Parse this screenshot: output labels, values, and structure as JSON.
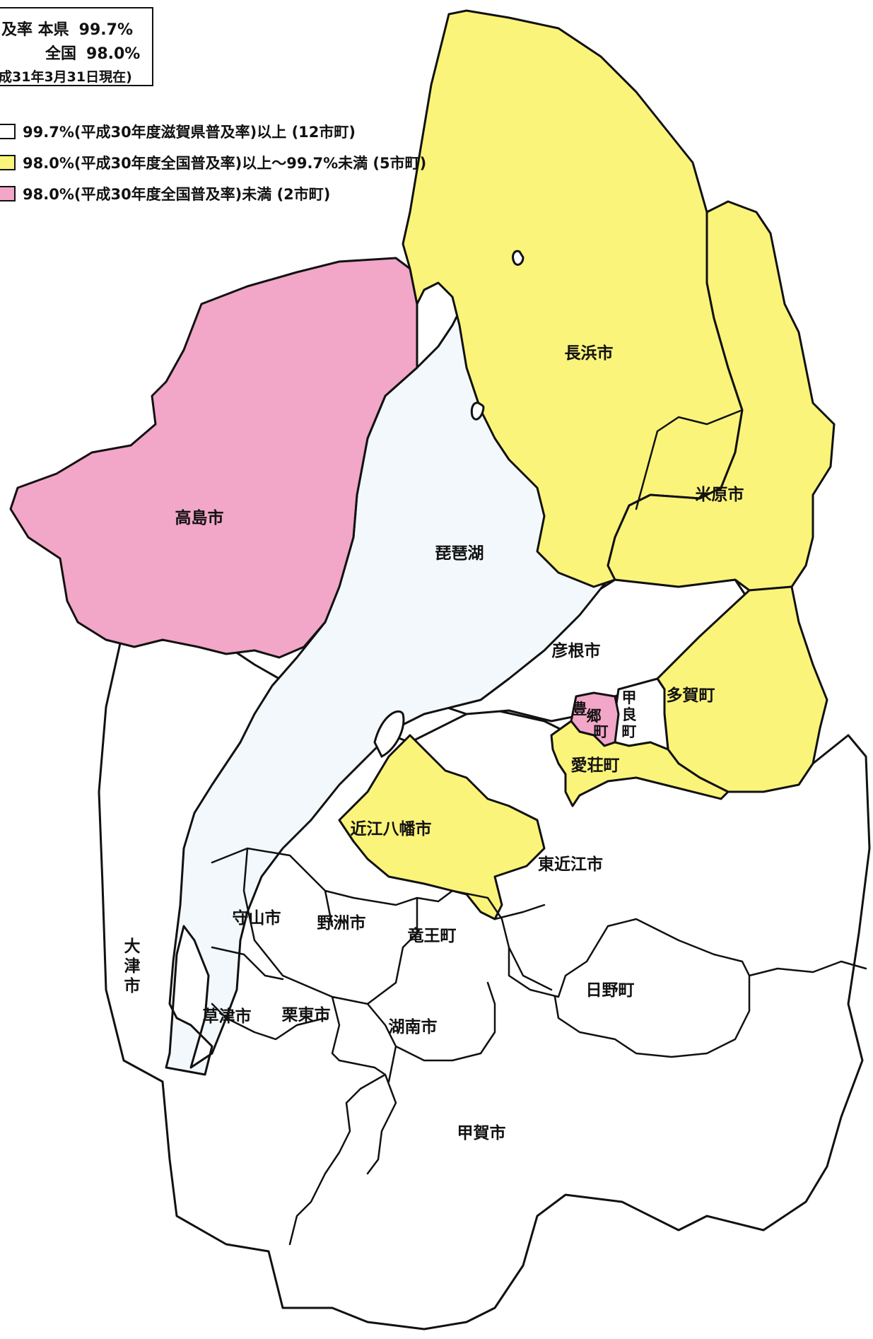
{
  "colors": {
    "above_prefecture": "#ffffff",
    "between": "#fbf47a",
    "below_national": "#f2a6c8",
    "lake": "#f2f8fb"
  },
  "info": {
    "line1_label": "及率 本県",
    "line1_value": "99.7%",
    "line2_label": "全国",
    "line2_value": "98.0%",
    "line3": "成31年3月31日現在)"
  },
  "legend": [
    {
      "text": "99.7%(平成30年度滋賀県普及率)以上 (12市町)",
      "color": "#ffffff"
    },
    {
      "text": "98.0%(平成30年度全国普及率)以上～99.7%未満 (5市町)",
      "color": "#fbf47a"
    },
    {
      "text": "98.0%(平成30年度全国普及率)未満 (2市町)",
      "color": "#f2a6c8"
    }
  ],
  "regions": {
    "nagahama": "長浜市",
    "maibara": "米原市",
    "takashima": "高島市",
    "biwako": "琵琶湖",
    "hikone": "彦根市",
    "taga": "多賀町",
    "toyosato_1": "豊",
    "toyosato_2": "郷",
    "toyosato_3": "町",
    "kora_1": "甲",
    "kora_2": "良",
    "kora_3": "町",
    "aisho": "愛荘町",
    "omihachiman": "近江八幡市",
    "higashiomi": "東近江市",
    "moriyama": "守山市",
    "yasu": "野洲市",
    "ryuoh": "竜王町",
    "otsu_1": "大",
    "otsu_2": "津",
    "otsu_3": "市",
    "hino": "日野町",
    "kusatsu": "草津市",
    "ritto": "栗東市",
    "konan": "湖南市",
    "koka": "甲賀市"
  }
}
